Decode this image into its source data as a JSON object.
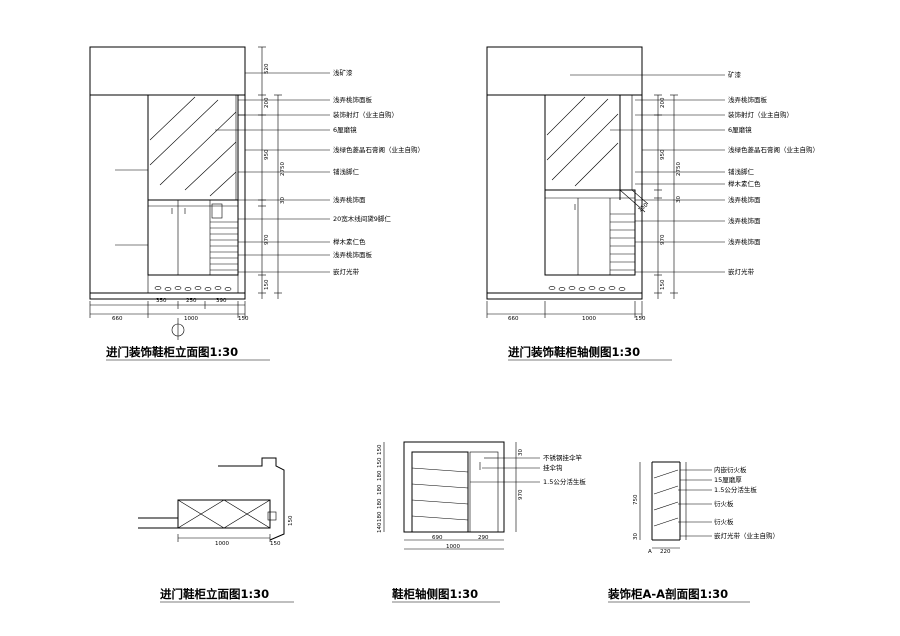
{
  "titles": {
    "front": "进门装饰鞋柜立面图1:30",
    "side": "进门装饰鞋柜轴侧图1:30",
    "plan": "进门鞋柜立面图1:30",
    "cabinet": "鞋柜轴侧图1:30",
    "section": "装饰柜A-A剖面图1:30"
  },
  "front_labels": [
    "浅矿漆",
    "浅弄桃饰面板",
    "装饰射灯（业主自购）",
    "6厘磨镜",
    "浅绿色菱晶石膏阁（业主自购）",
    "铺浅脚仁",
    "浅弄桃饰面",
    "20宽木线间黛9脚仁",
    "榉木素仁色",
    "浅弄桃饰面板",
    "嵌灯光带"
  ],
  "side_labels": [
    "矿漆",
    "浅弄桃饰面板",
    "装饰射灯（业主自购）",
    "6厘磨镜",
    "浅绿色菱晶石膏阁（业主自购）",
    "铺浅脚仁",
    "榉木素仁色",
    "浅弄桃饰面",
    "浅弄桃饰面",
    "浅弄桃饰面",
    "嵌灯光带"
  ],
  "front_vdims": [
    "520",
    "200",
    "950",
    "2750",
    "30",
    "970",
    "150"
  ],
  "side_vdims": [
    "200",
    "950",
    "2750",
    "30",
    "970",
    "150"
  ],
  "front_hdims": [
    "660",
    "350",
    "250",
    "390",
    "1000",
    "150"
  ],
  "side_hdims": [
    "660",
    "1000",
    "150"
  ],
  "side_angle": "150",
  "plan_dims": [
    "1000",
    "150",
    "150"
  ],
  "cabinet_labels": [
    "不锈钢挂伞竿",
    "挂伞钩",
    "1.5公分活生板"
  ],
  "cabinet_vdims_left": [
    "150",
    "150",
    "180",
    "180",
    "180",
    "180",
    "140"
  ],
  "cabinet_vdims_right": [
    "30",
    "970"
  ],
  "cabinet_hdims": [
    "690",
    "290",
    "1000"
  ],
  "section_labels": [
    "内嵌衍火板",
    "15厘磨厚",
    "1.5公分活生板",
    "衍火板",
    "衍火板",
    "嵌灯光带（业主自购）"
  ],
  "section_vdims": [
    "750",
    "30"
  ],
  "section_hdims": [
    "220"
  ],
  "section_marker": "A"
}
